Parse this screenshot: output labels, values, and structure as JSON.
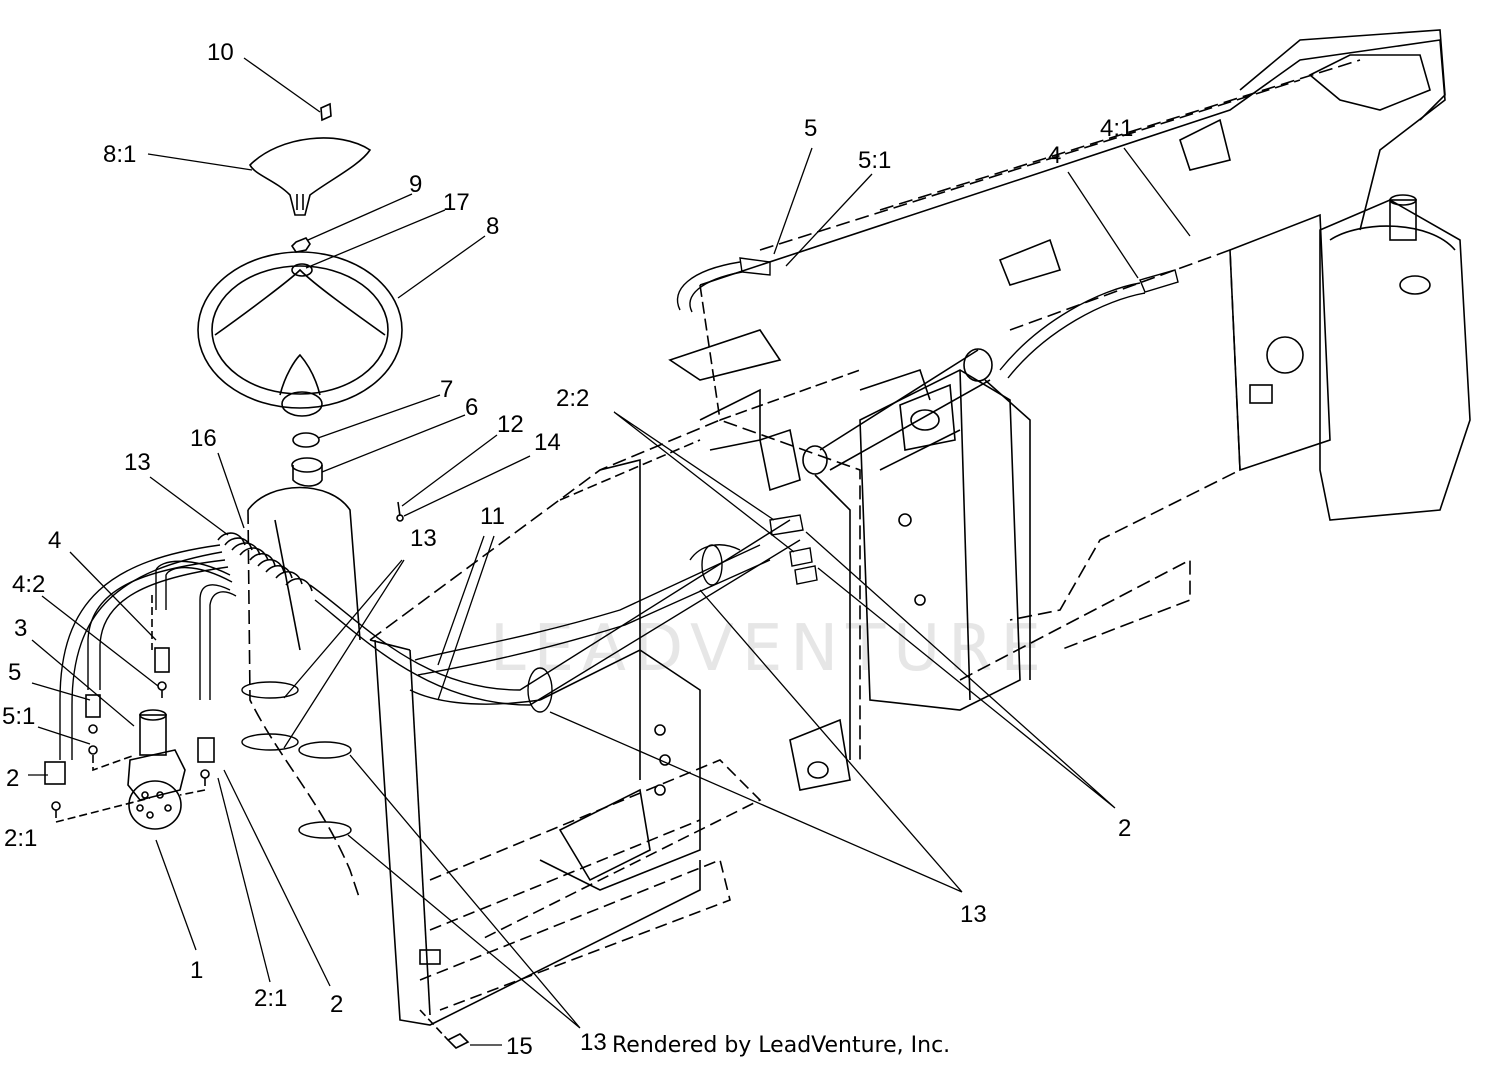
{
  "credit": "Rendered by LeadVenture, Inc.",
  "watermark": "LEADVENTURE",
  "callouts": [
    {
      "id": "c-10",
      "text": "10"
    },
    {
      "id": "c-8-1",
      "text": "8:1"
    },
    {
      "id": "c-9",
      "text": "9"
    },
    {
      "id": "c-17",
      "text": "17"
    },
    {
      "id": "c-8",
      "text": "8"
    },
    {
      "id": "c-7",
      "text": "7"
    },
    {
      "id": "c-6",
      "text": "6"
    },
    {
      "id": "c-12",
      "text": "12"
    },
    {
      "id": "c-14",
      "text": "14"
    },
    {
      "id": "c-16",
      "text": "16"
    },
    {
      "id": "c-13-a",
      "text": "13"
    },
    {
      "id": "c-4-left",
      "text": "4"
    },
    {
      "id": "c-4-2",
      "text": "4:2"
    },
    {
      "id": "c-3",
      "text": "3"
    },
    {
      "id": "c-5-left",
      "text": "5"
    },
    {
      "id": "c-5-1-left",
      "text": "5:1"
    },
    {
      "id": "c-2-left",
      "text": "2"
    },
    {
      "id": "c-2-1-left",
      "text": "2:1"
    },
    {
      "id": "c-1",
      "text": "1"
    },
    {
      "id": "c-2-1-bottom",
      "text": "2:1"
    },
    {
      "id": "c-2-bottom",
      "text": "2"
    },
    {
      "id": "c-13-b",
      "text": "13"
    },
    {
      "id": "c-11",
      "text": "11"
    },
    {
      "id": "c-2-2",
      "text": "2:2"
    },
    {
      "id": "c-13-c",
      "text": "13"
    },
    {
      "id": "c-15",
      "text": "15"
    },
    {
      "id": "c-13-d",
      "text": "13"
    },
    {
      "id": "c-2-right",
      "text": "2"
    },
    {
      "id": "c-5-top",
      "text": "5"
    },
    {
      "id": "c-5-1-top",
      "text": "5:1"
    },
    {
      "id": "c-4-top",
      "text": "4"
    },
    {
      "id": "c-4-1",
      "text": "4:1"
    }
  ]
}
